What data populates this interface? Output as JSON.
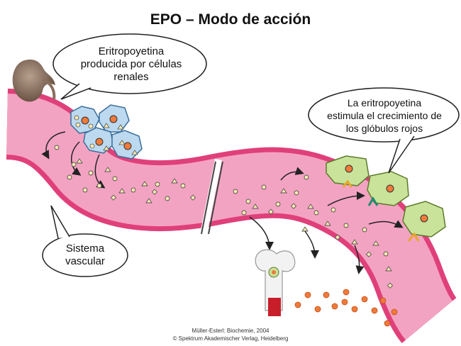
{
  "title": "EPO – Modo de acción",
  "labels": {
    "kidney_bubble": [
      "Eritropoyetina",
      "producida por células",
      "renales"
    ],
    "growth_bubble": [
      "La eritropoyetina",
      "estimula el crecimiento de",
      "los glóbulos rojos"
    ],
    "vascular_bubble": [
      "Sistema",
      "vascular"
    ]
  },
  "credits": [
    "Müller-Esterl: Biochemie, 2004",
    "© Spektrum Akademischer Verlag, Heidelberg"
  ],
  "colors": {
    "vessel_fill": "#f3a3c2",
    "vessel_edge": "#e0407a",
    "kidney_cell": "#bcd9ef",
    "precursor_cell": "#c9e39a",
    "red_cell": "#f07a3a",
    "bone": "#f2f2f2",
    "marrow": "#c81e2a"
  },
  "icons": [
    "kidney-icon",
    "bone-icon",
    "receptor-icon"
  ]
}
